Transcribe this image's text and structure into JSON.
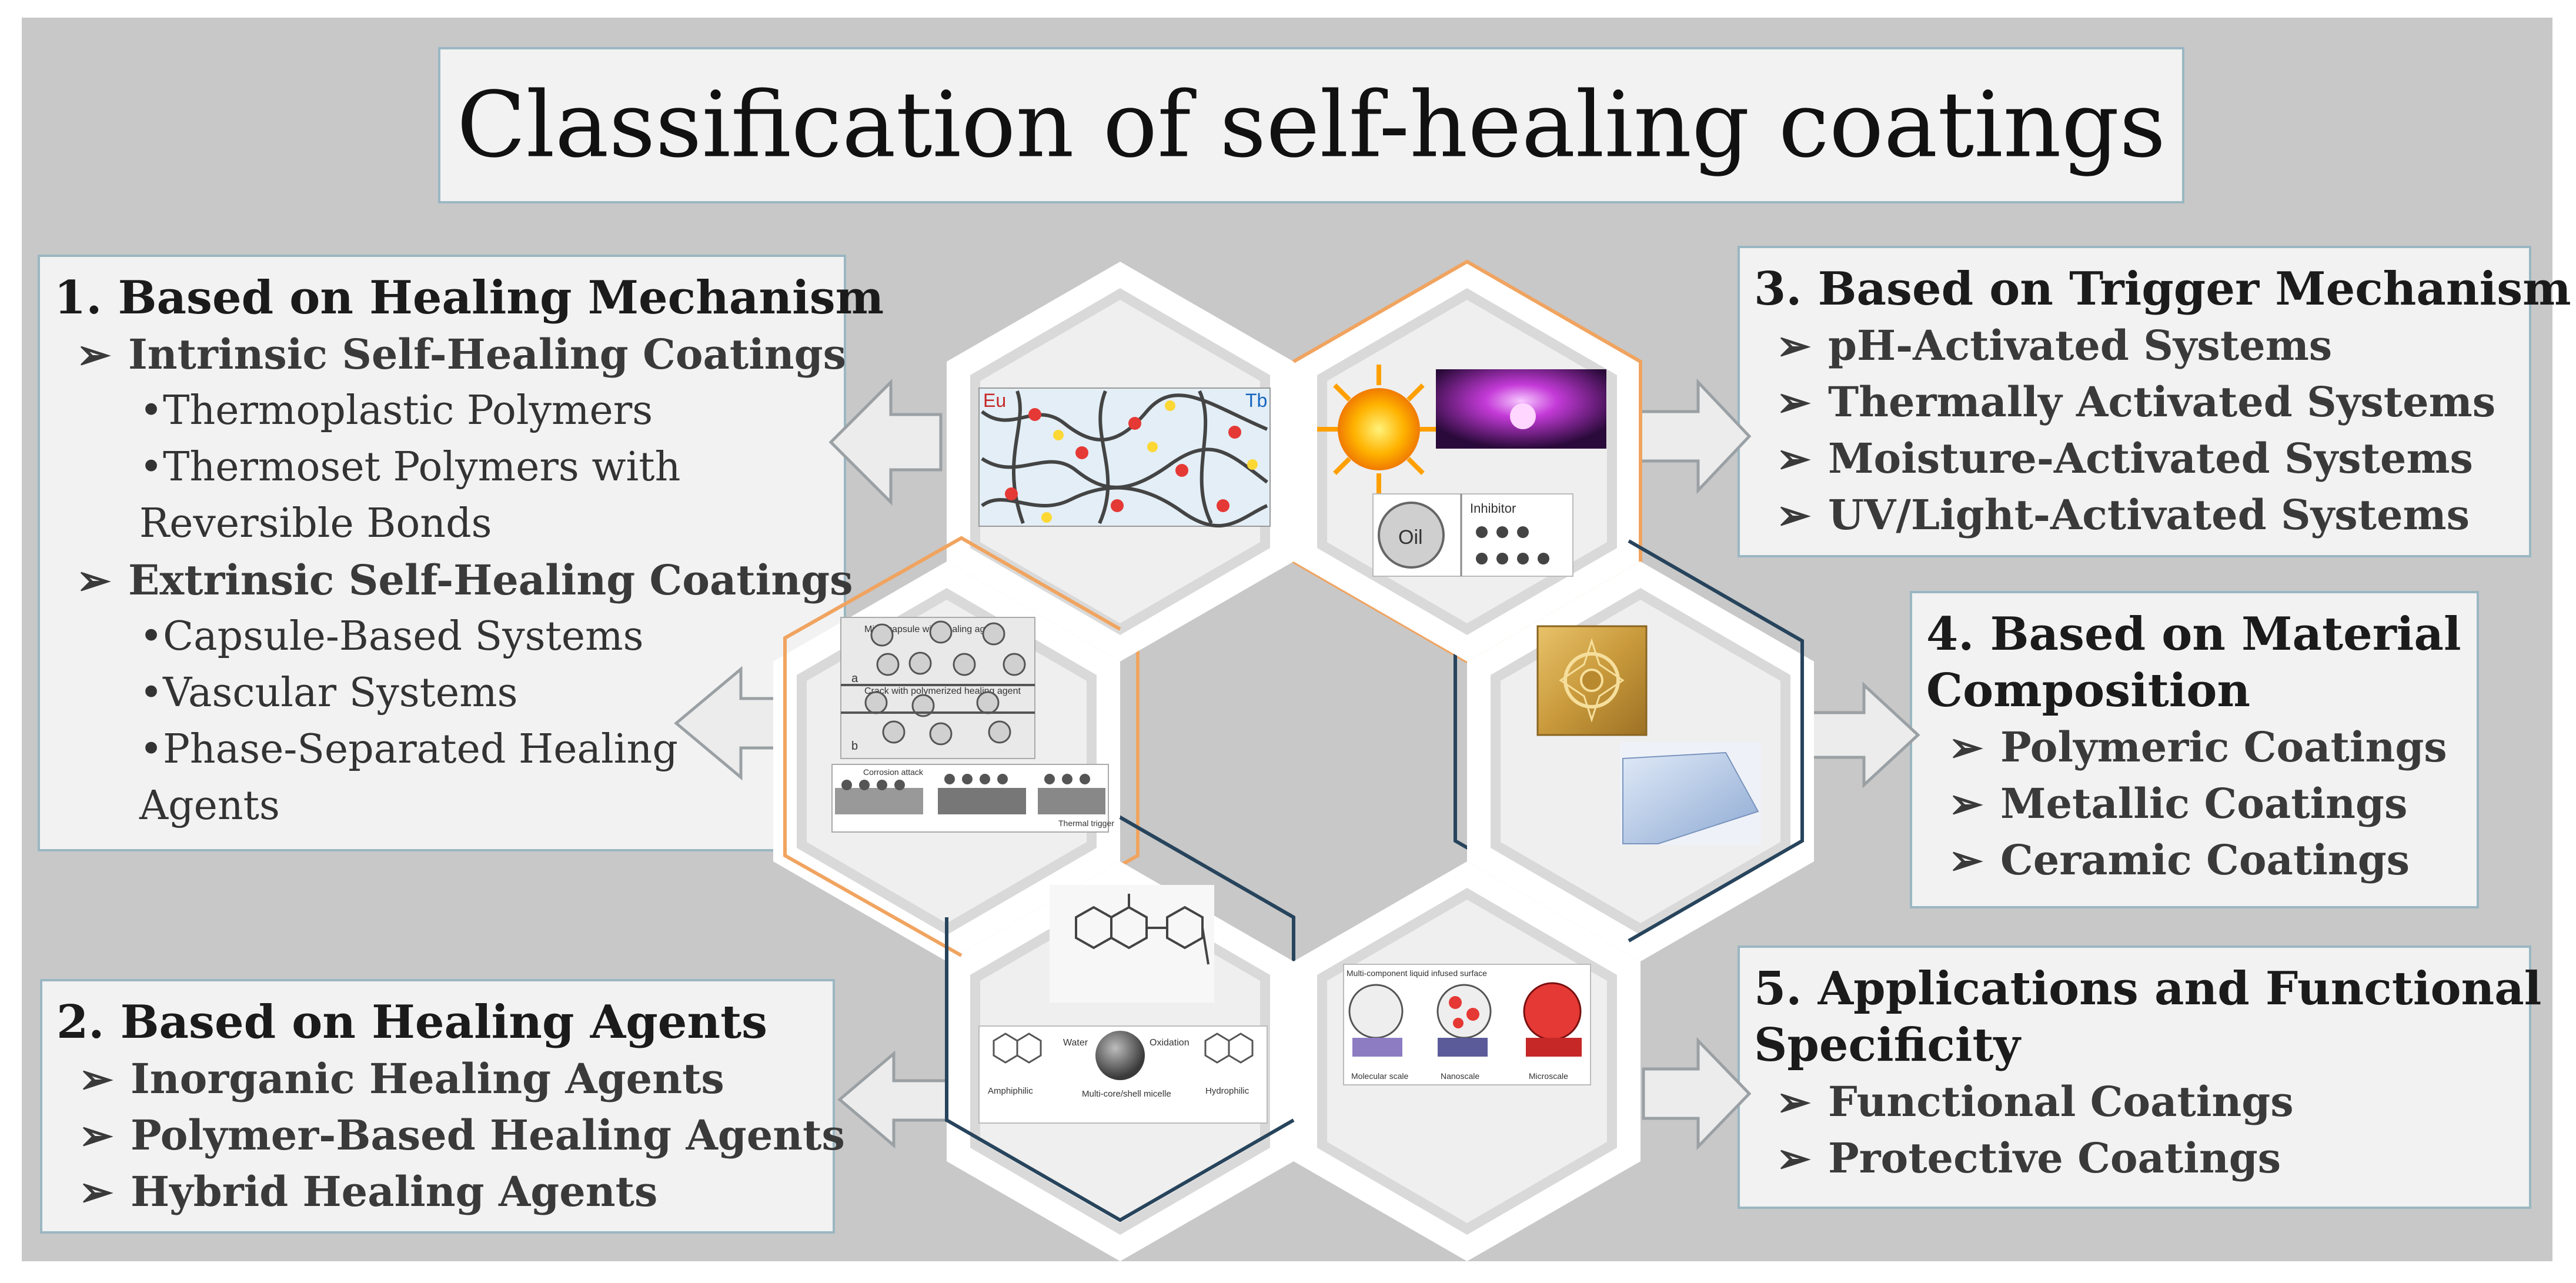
{
  "title": "Classification of self-healing coatings",
  "categories": [
    {
      "heading": "1. Based on Healing Mechanism",
      "items": [
        {
          "label": "Intrinsic Self-Healing Coatings",
          "subitems": [
            "•Thermoplastic Polymers",
            "•Thermoset Polymers with",
            "Reversible Bonds"
          ]
        },
        {
          "label": "Extrinsic Self-Healing Coatings",
          "subitems": [
            "•Capsule-Based Systems",
            "•Vascular Systems",
            "•Phase-Separated Healing",
            "Agents"
          ]
        }
      ]
    },
    {
      "heading": "2. Based on Healing Agents",
      "items": [
        "Inorganic Healing Agents",
        "Polymer-Based Healing Agents",
        "Hybrid Healing Agents"
      ]
    },
    {
      "heading": "3. Based on Trigger Mechanism",
      "items": [
        "pH-Activated Systems",
        "Thermally Activated Systems",
        "Moisture-Activated Systems",
        "UV/Light-Activated Systems"
      ]
    },
    {
      "heading_lines": [
        "4. Based on Material",
        "Composition"
      ],
      "items": [
        "Polymeric Coatings",
        "Metallic Coatings",
        "Ceramic Coatings"
      ]
    },
    {
      "heading_lines": [
        "5. Applications and Functional",
        "Specificity"
      ],
      "items": [
        "Functional Coatings",
        "Protective Coatings"
      ]
    }
  ],
  "bullet_glyph": "➢",
  "hex_images": {
    "top_left": {
      "labels": [
        "Eu",
        "Tb"
      ]
    },
    "top_right": {
      "labels": [
        "Oil",
        "Inhibitor"
      ]
    },
    "mid_left": {
      "labels": [
        "Microcapsule with healing agent",
        "Crack with polymerized healing agent",
        "a",
        "b",
        "Corrosion attack",
        "Thermal trigger"
      ]
    },
    "bottom_left": {
      "labels": [
        "Water",
        "Oxidation",
        "Amphiphilic",
        "Multi-core/shell micelle",
        "Hydrophilic"
      ]
    },
    "bottom_right": {
      "labels": [
        "Multi-component liquid infused surface",
        "Molecular scale",
        "Nanoscale",
        "Microscale"
      ]
    }
  },
  "colors": {
    "orange_outline": "#f0a460",
    "navy_outline": "#27445c",
    "panel_border": "#9ab7c2",
    "background": "#c8c8c8"
  }
}
